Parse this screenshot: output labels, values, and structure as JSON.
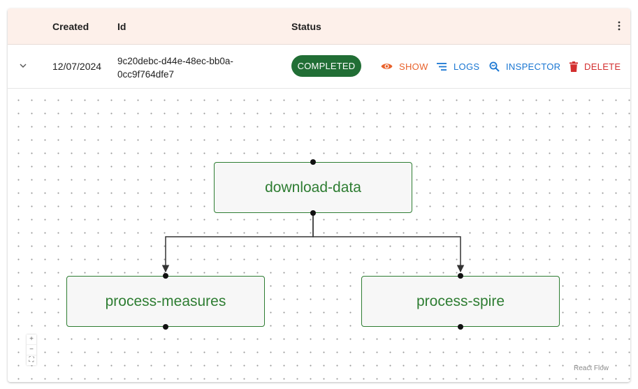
{
  "table": {
    "headers": {
      "created": "Created",
      "id": "Id",
      "status": "Status"
    },
    "row": {
      "created": "12/07/2024",
      "id_line1": "9c20debc-d44e-48ec-bb0a-",
      "id_line2": "0cc9f764dfe7",
      "status": "COMPLETED"
    },
    "actions": {
      "show": "SHOW",
      "logs": "LOGS",
      "inspector": "INSPECTOR",
      "delete": "DELETE"
    },
    "menu_icon": "more-vert-icon",
    "expand_icon": "chevron-down-icon"
  },
  "flow": {
    "nodes": {
      "download": "download-data",
      "measures": "process-measures",
      "spire": "process-spire"
    },
    "controls": {
      "zoom_in": "+",
      "zoom_out": "−",
      "fit": "⛶"
    },
    "attribution": "React Flow"
  },
  "colors": {
    "header_bg": "#fdf0ea",
    "status_chip": "#216e35",
    "show": "#e8622c",
    "logs": "#1976d2",
    "inspector": "#1976d2",
    "delete": "#d32f2f",
    "node_border": "#2e7d32"
  }
}
